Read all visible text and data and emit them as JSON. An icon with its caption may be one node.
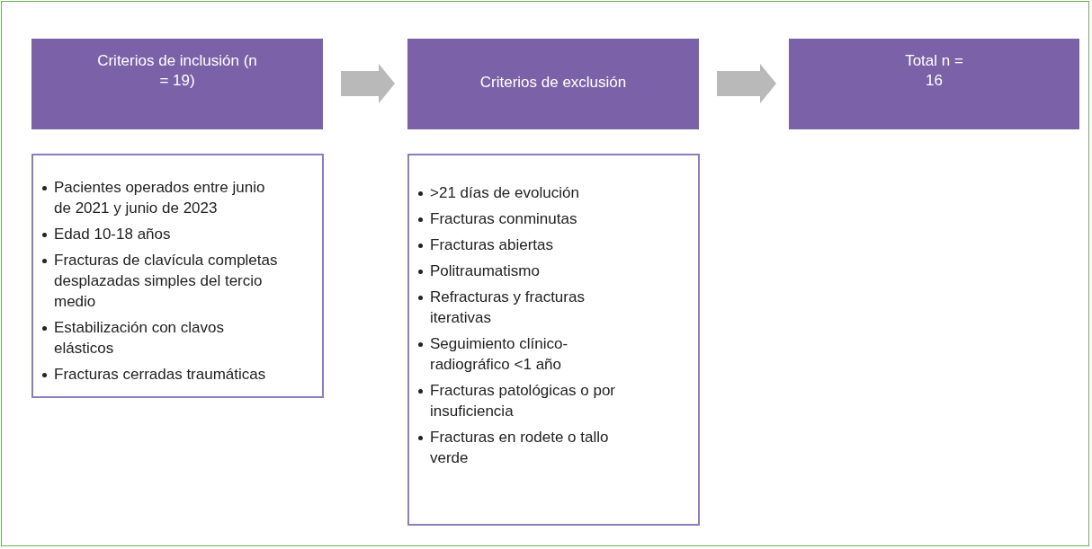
{
  "diagram": {
    "nodes": [
      {
        "text": [
          "Criterios de inclusión (n = 19)"
        ]
      },
      {
        "text": [
          "Criterios de exclusión"
        ]
      },
      {
        "text": [
          "Total n = 16"
        ]
      },
      {
        "text": [
          "Pacientes operados entre junio de 2021 y junio de 2023",
          "Edad 10-18 años",
          "Fracturas de clavícula completas desplazadas simples del tercio medio",
          "Estabilización con clavos elásticos",
          "Fracturas cerradas traumáticas"
        ]
      },
      {
        "text": [
          ">21 días de evolución",
          "Fracturas conminutas",
          "Fracturas abiertas",
          "Politraumatismo",
          "Refracturas y fracturas iterativas",
          "Seguimiento clínico-radiográfico <1 año",
          "Fracturas patológicas o por insuficiencia",
          "Fracturas en rodete o tallo verde"
        ]
      }
    ],
    "edges": [
      {
        "from": 0,
        "to": 1,
        "arrow": "to"
      },
      {
        "from": 1,
        "to": 2,
        "arrow": "to"
      }
    ]
  }
}
